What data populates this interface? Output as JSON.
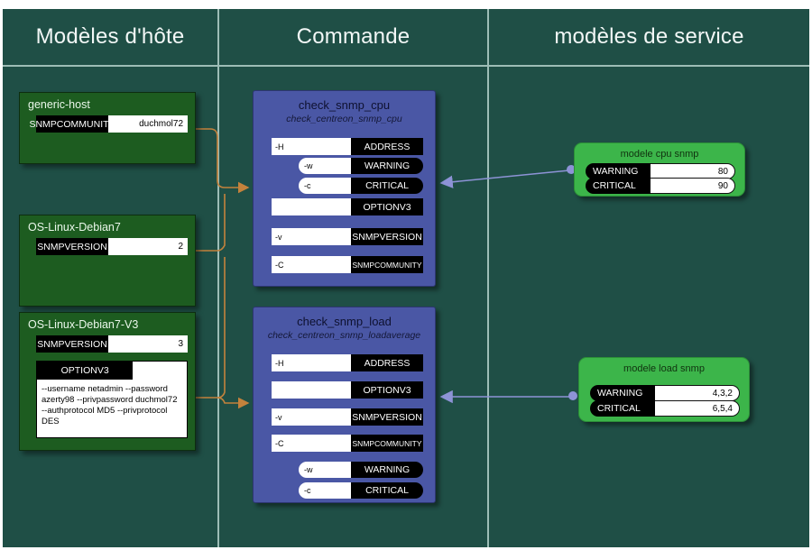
{
  "columns": [
    {
      "id": "host-templates",
      "label": "Modèles d'hôte"
    },
    {
      "id": "command",
      "label": "Commande"
    },
    {
      "id": "service-templates",
      "label": "modèles de service"
    }
  ],
  "colors": {
    "background": "#1f4f46",
    "host_box": "#1d5c20",
    "command_box": "#4a57a5",
    "service_box": "#3cb54a",
    "macro_label": "#000000",
    "macro_value": "#ffffff",
    "inherit_link": "#c49a6c",
    "service_link": "#8d93d6",
    "divider": "#9dbdb6"
  },
  "host_templates": [
    {
      "name": "generic-host",
      "macros": [
        {
          "label": "SNMPCOMMUNITY",
          "value": "duchmol72"
        }
      ]
    },
    {
      "name": "OS-Linux-Debian7",
      "macros": [
        {
          "label": "SNMPVERSION",
          "value": "2"
        }
      ]
    },
    {
      "name": "OS-Linux-Debian7-V3",
      "macros": [
        {
          "label": "SNMPVERSION",
          "value": "3"
        }
      ],
      "option_block": {
        "label": "OPTIONV3",
        "value": "--username netadmin --password azerty98 --privpassword duchmol72 --authprotocol MD5 --privprotocol DES"
      }
    }
  ],
  "commands": [
    {
      "name": "check_snmp_cpu",
      "binary": "check_centreon_snmp_cpu",
      "arguments": [
        {
          "flag": "-H",
          "label": "ADDRESS",
          "style": "rect"
        },
        {
          "flag": "-w",
          "label": "WARNING",
          "style": "pill"
        },
        {
          "flag": "-c",
          "label": "CRITICAL",
          "style": "pill"
        },
        {
          "flag": "",
          "label": "OPTIONV3",
          "style": "rect"
        },
        {
          "flag": "-v",
          "label": "SNMPVERSION",
          "style": "rect"
        },
        {
          "flag": "-C",
          "label": "SNMPCOMMUNITY",
          "style": "rect"
        }
      ]
    },
    {
      "name": "check_snmp_load",
      "binary": "check_centreon_snmp_loadaverage",
      "arguments": [
        {
          "flag": "-H",
          "label": "ADDRESS",
          "style": "rect"
        },
        {
          "flag": "",
          "label": "OPTIONV3",
          "style": "rect"
        },
        {
          "flag": "-v",
          "label": "SNMPVERSION",
          "style": "rect"
        },
        {
          "flag": "-C",
          "label": "SNMPCOMMUNITY",
          "style": "rect"
        },
        {
          "flag": "-w",
          "label": "WARNING",
          "style": "pill"
        },
        {
          "flag": "-c",
          "label": "CRITICAL",
          "style": "pill"
        }
      ]
    }
  ],
  "service_templates": [
    {
      "name": "modele cpu snmp",
      "macros": [
        {
          "label": "WARNING",
          "value": "80"
        },
        {
          "label": "CRITICAL",
          "value": "90"
        }
      ]
    },
    {
      "name": "modele load snmp",
      "macros": [
        {
          "label": "WARNING",
          "value": "4,3,2"
        },
        {
          "label": "CRITICAL",
          "value": "6,5,4"
        }
      ]
    }
  ]
}
